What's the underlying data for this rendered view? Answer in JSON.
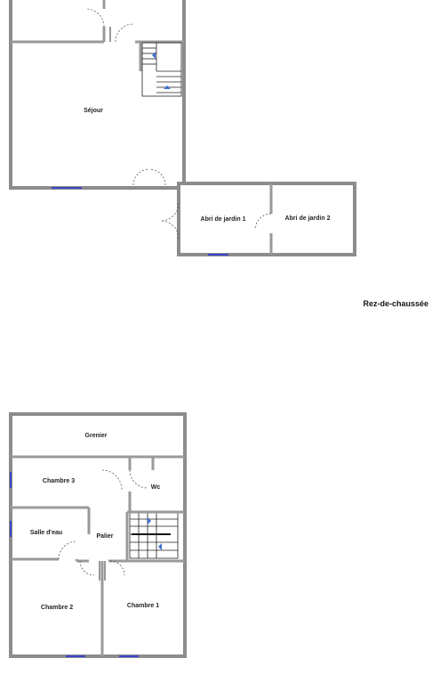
{
  "levels": {
    "ground": {
      "label": "Rez-de-chaussée"
    }
  },
  "rooms": {
    "sejour": "Séjour",
    "abri1": "Abri de jardin 1",
    "abri2": "Abri de jardin 2",
    "grenier": "Grenier",
    "chambre3": "Chambre 3",
    "wc": "Wc",
    "salle_eau": "Salle d'eau",
    "palier": "Palier",
    "chambre2": "Chambre 2",
    "chambre1": "Chambre 1"
  },
  "colors": {
    "wall": "#9a9a9a",
    "window": "#3b46c8",
    "stair_arrow": "#3b6fd0"
  }
}
